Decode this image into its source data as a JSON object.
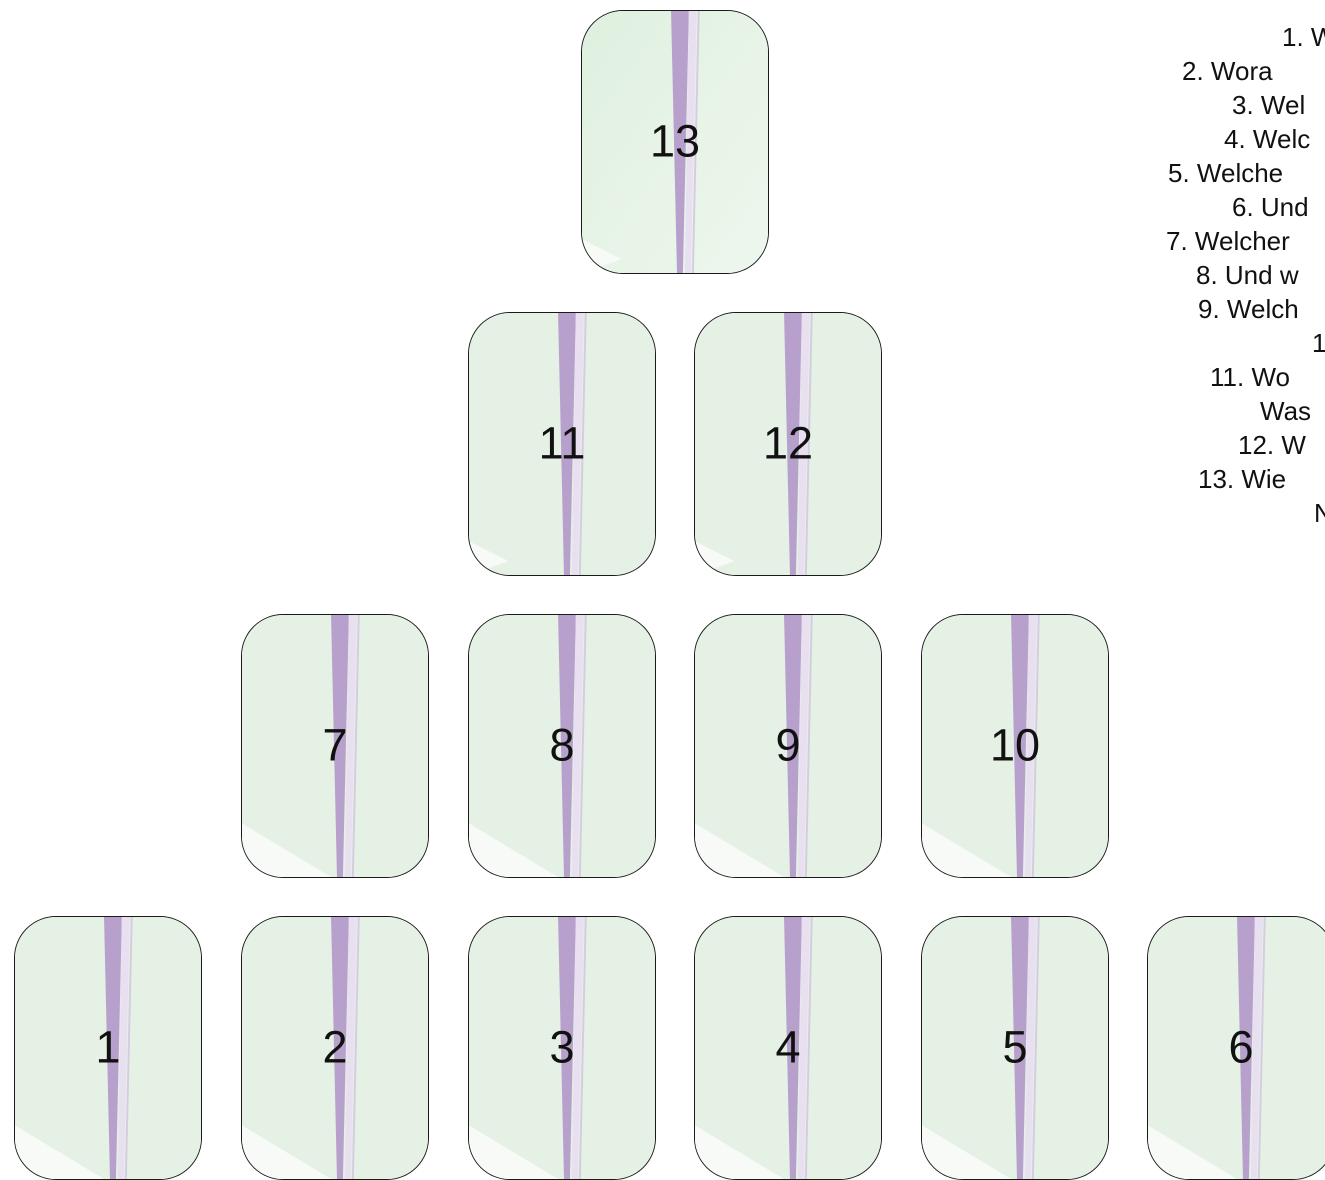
{
  "cards": [
    {
      "label": "13"
    },
    {
      "label": "11"
    },
    {
      "label": "12"
    },
    {
      "label": "7"
    },
    {
      "label": "8"
    },
    {
      "label": "9"
    },
    {
      "label": "10"
    },
    {
      "label": "1"
    },
    {
      "label": "2"
    },
    {
      "label": "3"
    },
    {
      "label": "4"
    },
    {
      "label": "5"
    },
    {
      "label": "6"
    }
  ],
  "questions": [
    {
      "text": "1. W"
    },
    {
      "text": "2. Wora"
    },
    {
      "text": "3. Wel"
    },
    {
      "text": "4. Welc"
    },
    {
      "text": "5. Welche"
    },
    {
      "text": "6. Und"
    },
    {
      "text": "7. Welcher"
    },
    {
      "text": "8. Und w"
    },
    {
      "text": "9. Welch"
    },
    {
      "text": "1"
    },
    {
      "text": "11. Wo"
    },
    {
      "text": "Was"
    },
    {
      "text": "12. W"
    },
    {
      "text": "13. Wie"
    },
    {
      "text": "N"
    }
  ],
  "colors": {
    "card_background": "#e6f2e6",
    "stripe_purple": "#b8a0cc",
    "card_border": "#1a1a1a"
  }
}
